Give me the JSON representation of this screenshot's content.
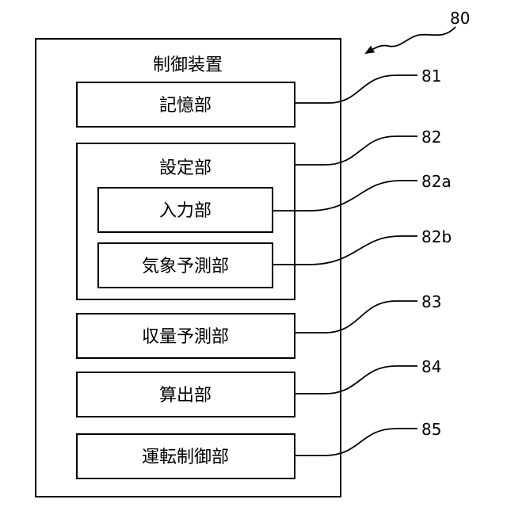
{
  "figure": {
    "ref_label": "80",
    "controller": {
      "title": "制御装置"
    },
    "blocks": [
      {
        "id": "storage",
        "label": "記憶部",
        "ref": "81"
      },
      {
        "id": "setting",
        "label": "設定部",
        "ref": "82",
        "children": [
          {
            "id": "input",
            "label": "入力部",
            "ref": "82a"
          },
          {
            "id": "weather",
            "label": "気象予測部",
            "ref": "82b"
          }
        ]
      },
      {
        "id": "yield",
        "label": "収量予測部",
        "ref": "83"
      },
      {
        "id": "calc",
        "label": "算出部",
        "ref": "84"
      },
      {
        "id": "operation",
        "label": "運転制御部",
        "ref": "85"
      }
    ]
  }
}
